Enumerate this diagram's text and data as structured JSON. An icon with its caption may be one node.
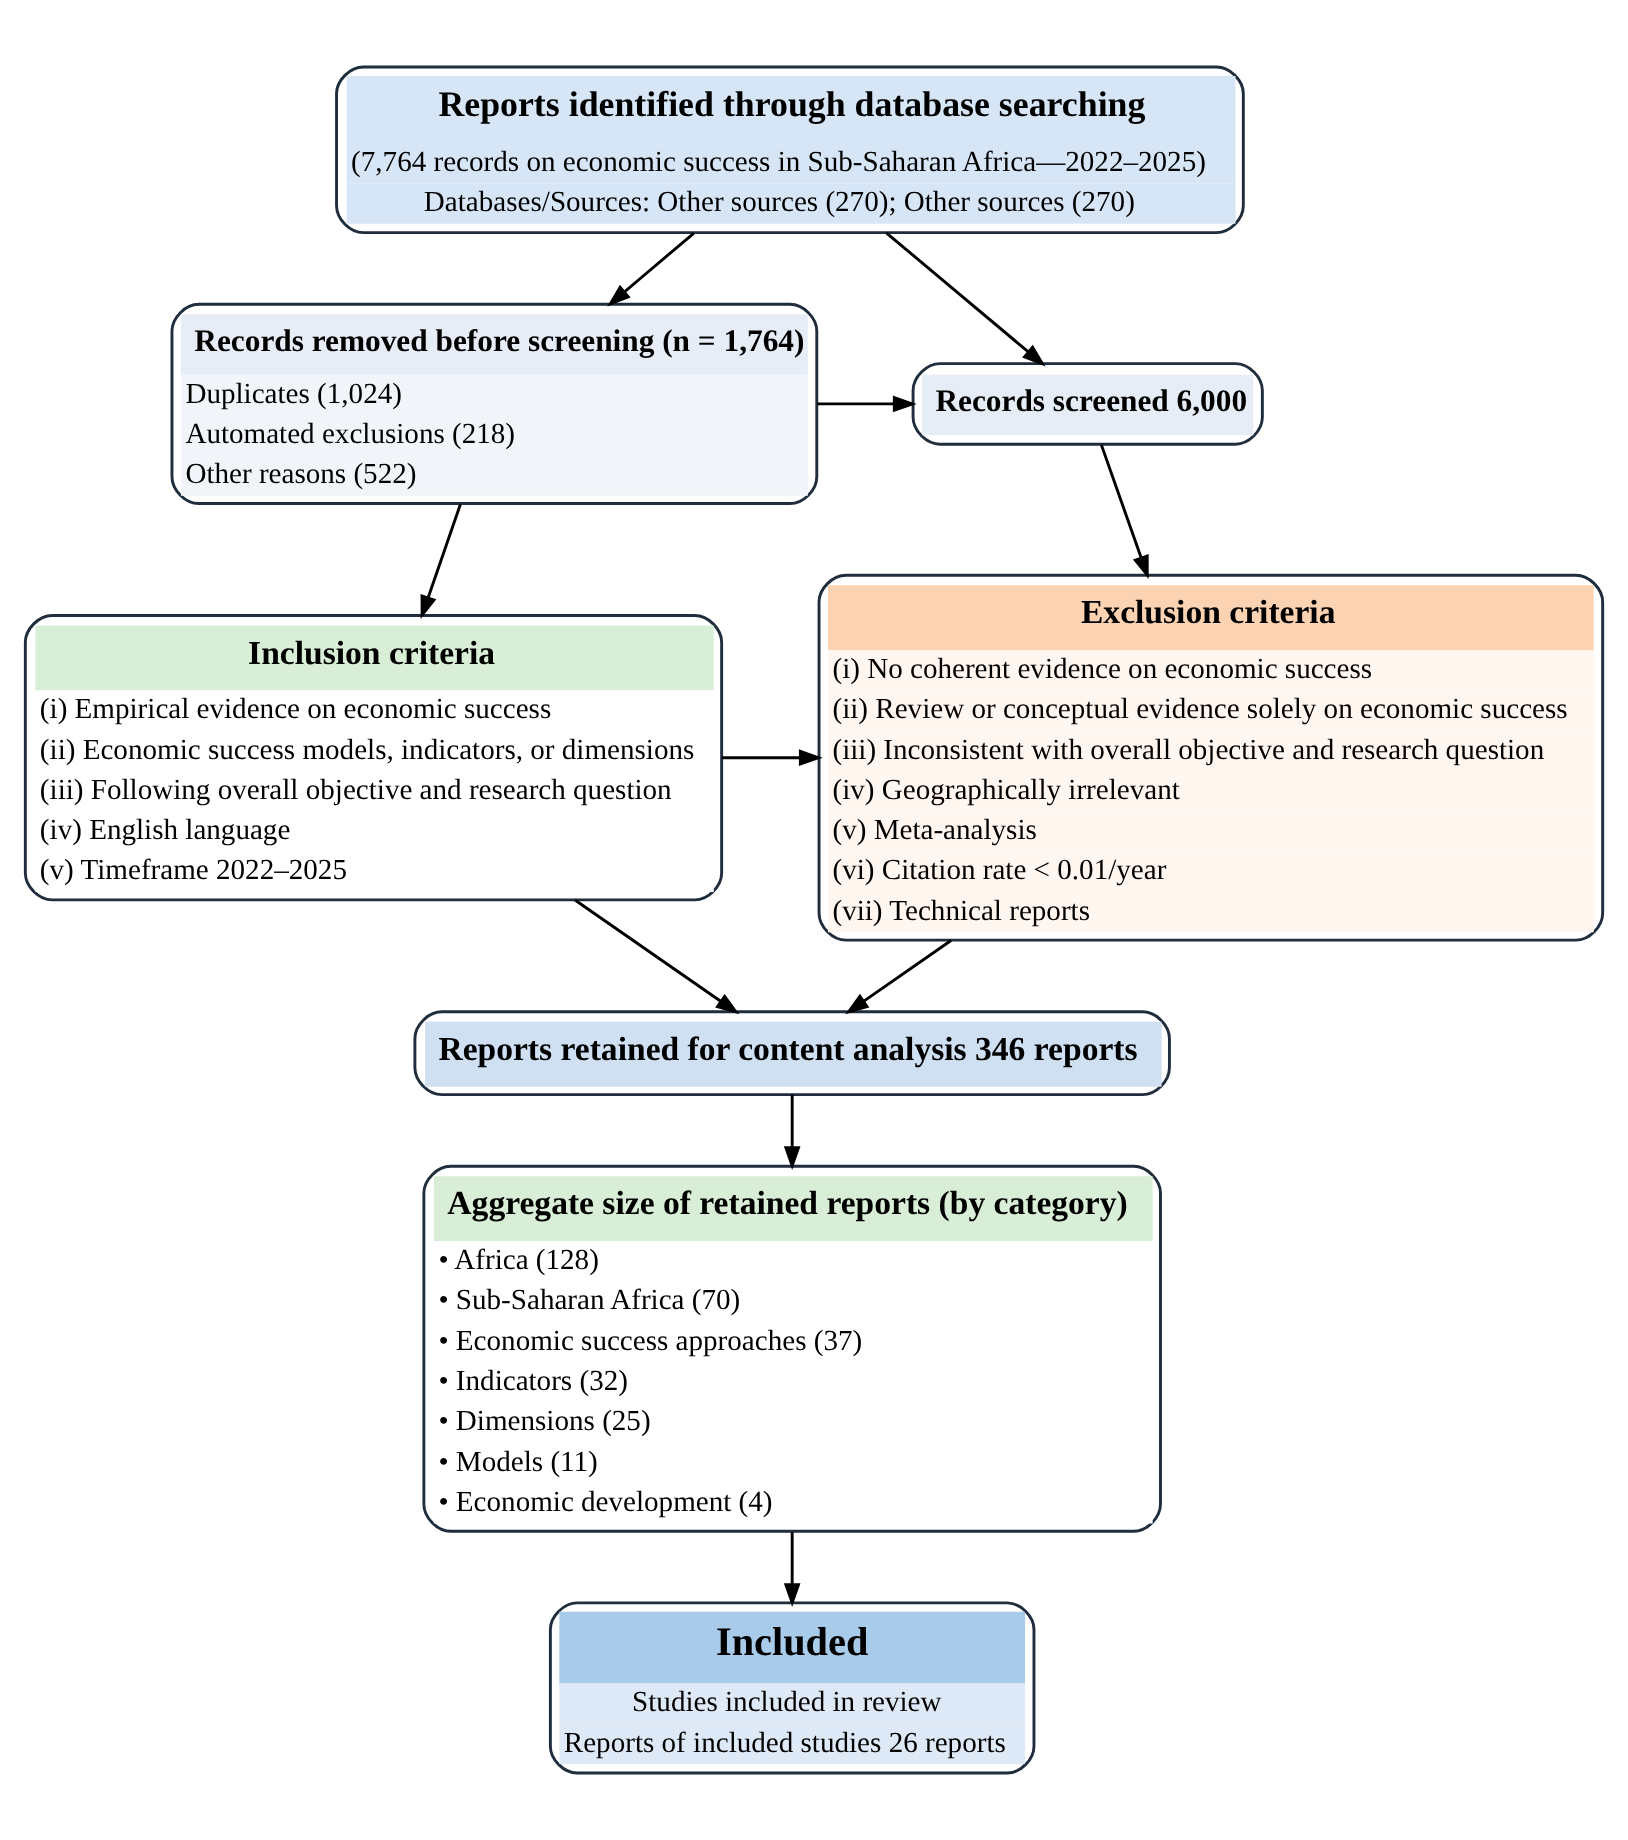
{
  "diagram": {
    "nodes": [
      {
        "text": [
          "Reports identified through database searching",
          "(7,764 records on economic success in Sub-Saharan Africa—2022–2025)",
          "Databases/Sources: Other sources (270); Other sources (270)"
        ]
      },
      {
        "text": [
          "Records removed before screening (n = 1,764)",
          "Duplicates (1,024)",
          "Automated exclusions (218)",
          "Other reasons (522)"
        ]
      },
      {
        "text": [
          "Records screened 6,000"
        ]
      },
      {
        "text": [
          "Inclusion criteria",
          "(i) Empirical evidence on economic success",
          "(ii) Economic success models, indicators, or dimensions",
          "(iii) Following overall objective and research question",
          "(iv) English language",
          "(v) Timeframe 2022–2025"
        ]
      },
      {
        "text": [
          "Exclusion criteria",
          "(i) No coherent evidence on economic success",
          "(ii) Review or conceptual evidence solely on economic success",
          "(iii) Inconsistent with overall objective and research question",
          "(iv) Geographically irrelevant",
          "(v) Meta-analysis",
          "(vi) Citation rate < 0.01/year",
          "(vii) Technical reports"
        ]
      },
      {
        "text": [
          "Reports retained for content analysis 346 reports"
        ]
      },
      {
        "text": [
          "Aggregate size of retained reports (by category)",
          "• Africa (128)",
          "• Sub-Saharan Africa (70)",
          "• Economic success approaches (37)",
          "• Indicators (32)",
          "• Dimensions (25)",
          "• Models (11)",
          "• Economic development (4)"
        ]
      },
      {
        "text": [
          "Included",
          "Studies included in review",
          "Reports of included studies 26 reports"
        ]
      }
    ],
    "edges": [
      {
        "from": 0,
        "to": 1,
        "arrow": "to"
      },
      {
        "from": 0,
        "to": 2,
        "arrow": "to"
      },
      {
        "from": 1,
        "to": 2,
        "arrow": "to"
      },
      {
        "from": 1,
        "to": 3,
        "arrow": "to"
      },
      {
        "from": 2,
        "to": 4,
        "arrow": "to"
      },
      {
        "from": 3,
        "to": 4,
        "arrow": "to"
      },
      {
        "from": 3,
        "to": 5,
        "arrow": "to"
      },
      {
        "from": 4,
        "to": 5,
        "arrow": "to"
      },
      {
        "from": 5,
        "to": 6,
        "arrow": "to"
      },
      {
        "from": 6,
        "to": 7,
        "arrow": "to"
      }
    ]
  }
}
